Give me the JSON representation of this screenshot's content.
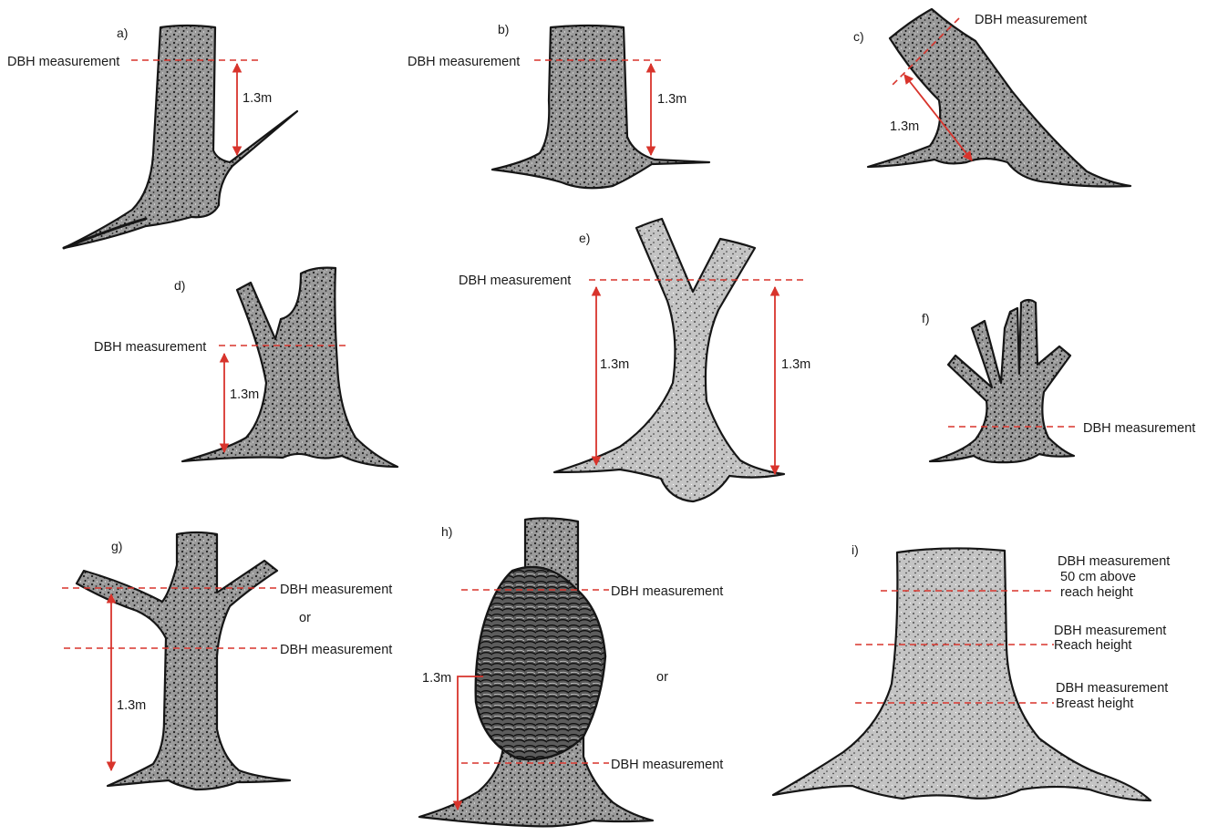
{
  "panels": {
    "a": {
      "letter": "a)",
      "dbh": "DBH measurement",
      "height": "1.3m"
    },
    "b": {
      "letter": "b)",
      "dbh": "DBH measurement",
      "height": "1.3m"
    },
    "c": {
      "letter": "c)",
      "dbh": "DBH measurement",
      "height": "1.3m"
    },
    "d": {
      "letter": "d)",
      "dbh": "DBH measurement",
      "height": "1.3m"
    },
    "e": {
      "letter": "e)",
      "dbh": "DBH measurement",
      "height_left": "1.3m",
      "height_right": "1.3m"
    },
    "f": {
      "letter": "f)",
      "dbh": "DBH measurement"
    },
    "g": {
      "letter": "g)",
      "dbh_upper": "DBH measurement",
      "or": "or",
      "dbh_lower": "DBH measurement",
      "height": "1.3m"
    },
    "h": {
      "letter": "h)",
      "dbh_upper": "DBH measurement",
      "or": "or",
      "dbh_lower": "DBH measurement",
      "height": "1.3m"
    },
    "i": {
      "letter": "i)",
      "dbh_1_line1": "DBH measurement",
      "dbh_1_line2": "50 cm above",
      "dbh_1_line3": "reach height",
      "dbh_2_line1": "DBH measurement",
      "dbh_2_line2": "Reach height",
      "dbh_3_line1": "DBH measurement",
      "dbh_3_line2": "Breast height"
    }
  },
  "colors": {
    "measurement_red": "#d8342c",
    "ink": "#161616"
  }
}
